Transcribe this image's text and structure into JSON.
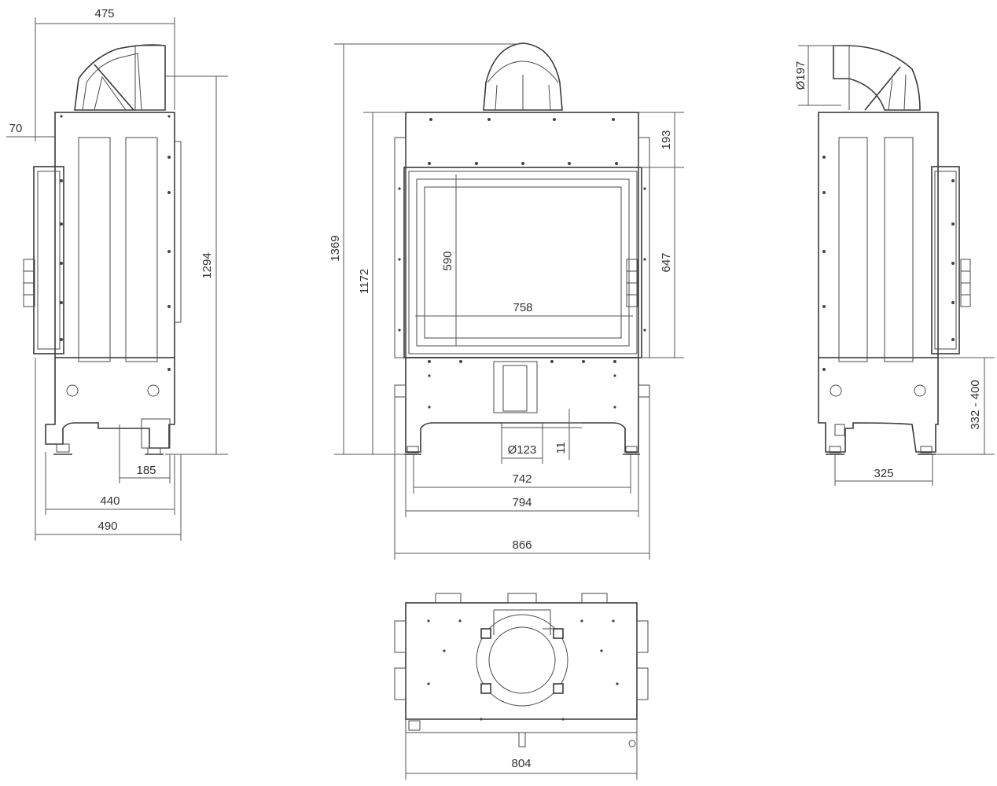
{
  "colors": {
    "line": "#3a3a3a",
    "background": "#ffffff"
  },
  "dimensions": {
    "side_left": {
      "top_width": "475",
      "offset": "70",
      "height": "1294",
      "foot_depth": "185",
      "base_depth": "440",
      "total_depth": "490"
    },
    "front": {
      "total_height": "1369",
      "body_height": "1172",
      "glass_height": "590",
      "glass_width": "758",
      "top_to_door": "193",
      "door_height": "647",
      "flue_diameter": "Ø123",
      "small_step": "11",
      "feet_span": "742",
      "base_width": "794",
      "total_width": "866"
    },
    "side_right": {
      "flue_diameter": "Ø197",
      "leg_span": "325",
      "leg_height_range": "332 - 400"
    },
    "top": {
      "width": "804"
    }
  }
}
